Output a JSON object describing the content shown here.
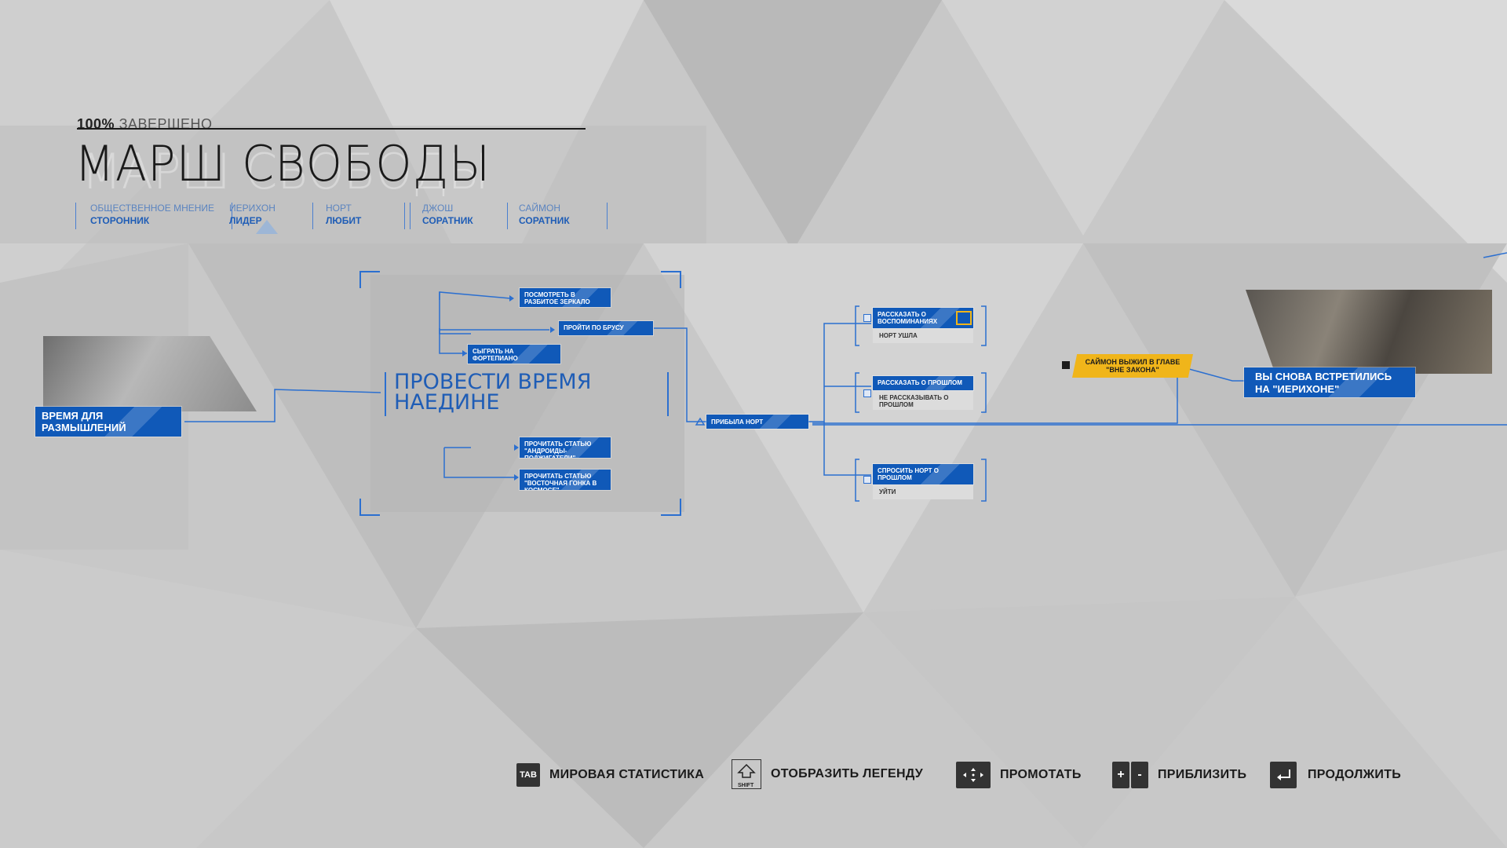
{
  "colors": {
    "accent": "#1059b8",
    "line": "#2b6fd0",
    "highlight": "#f0b51a",
    "text": "#1a1a1a"
  },
  "header": {
    "completion_value": "100%",
    "completion_label": "ЗАВЕРШЕНО",
    "chapter_title": "МАРШ СВОБОДЫ"
  },
  "relationships": [
    {
      "label": "ОБЩЕСТВЕННОЕ МНЕНИЕ",
      "value": "СТОРОННИК"
    },
    {
      "label": "ИЕРИХОН",
      "value": "ЛИДЕР"
    },
    {
      "label": "НОРТ",
      "value": "ЛЮБИТ"
    },
    {
      "label": "ДЖОШ",
      "value": "СОРАТНИК"
    },
    {
      "label": "САЙМОН",
      "value": "СОРАТНИК"
    }
  ],
  "flow": {
    "start_node": "ВРЕМЯ ДЛЯ РАЗМЫШЛЕНИЙ",
    "group_title": "ПРОВЕСТИ ВРЕМЯ НАЕДИНЕ",
    "group_options": [
      "ПОСМОТРЕТЬ В РАЗБИТОЕ ЗЕРКАЛО",
      "ПРОЙТИ ПО БРУСУ",
      "СЫГРАТЬ НА ФОРТЕПИАНО",
      "ПРОЧИТАТЬ СТАТЬЮ \"АНДРОИДЫ-ПОДЖИГАТЕЛИ\"",
      "ПРОЧИТАТЬ СТАТЬЮ \"ВОСТОЧНАЯ ГОНКА В КОСМОСЕ\""
    ],
    "event_node": "ПРИБЫЛА НОРТ",
    "dialogs": [
      {
        "selected": "РАССКАЗАТЬ О ВОСПОМИНАНИЯХ",
        "other": "НОРТ УШЛА"
      },
      {
        "selected": "РАССКАЗАТЬ О ПРОШЛОМ",
        "other": "НЕ РАССКАЗЫВАТЬ О ПРОШЛОМ"
      },
      {
        "selected": "СПРОСИТЬ НОРТ О ПРОШЛОМ",
        "other": "УЙТИ"
      }
    ],
    "condition": "САЙМОН ВЫЖИЛ В ГЛАВЕ \"ВНЕ ЗАКОНА\"",
    "end_node": "ВЫ СНОВА ВСТРЕТИЛИСЬ НА \"ИЕРИХОНЕ\""
  },
  "controls": [
    {
      "key": "TAB",
      "label": "МИРОВАЯ СТАТИСТИКА",
      "icon": "tab-key-icon"
    },
    {
      "key": "SHIFT",
      "label": "ОТОБРАЗИТЬ ЛЕГЕНДУ",
      "icon": "shift-key-icon"
    },
    {
      "key": "",
      "label": "ПРОМОТАТЬ",
      "icon": "mouse-move-icon"
    },
    {
      "key": "+ -",
      "label": "ПРИБЛИЗИТЬ",
      "icon": "zoom-keys-icon"
    },
    {
      "key": "",
      "label": "ПРОДОЛЖИТЬ",
      "icon": "enter-key-icon"
    }
  ]
}
